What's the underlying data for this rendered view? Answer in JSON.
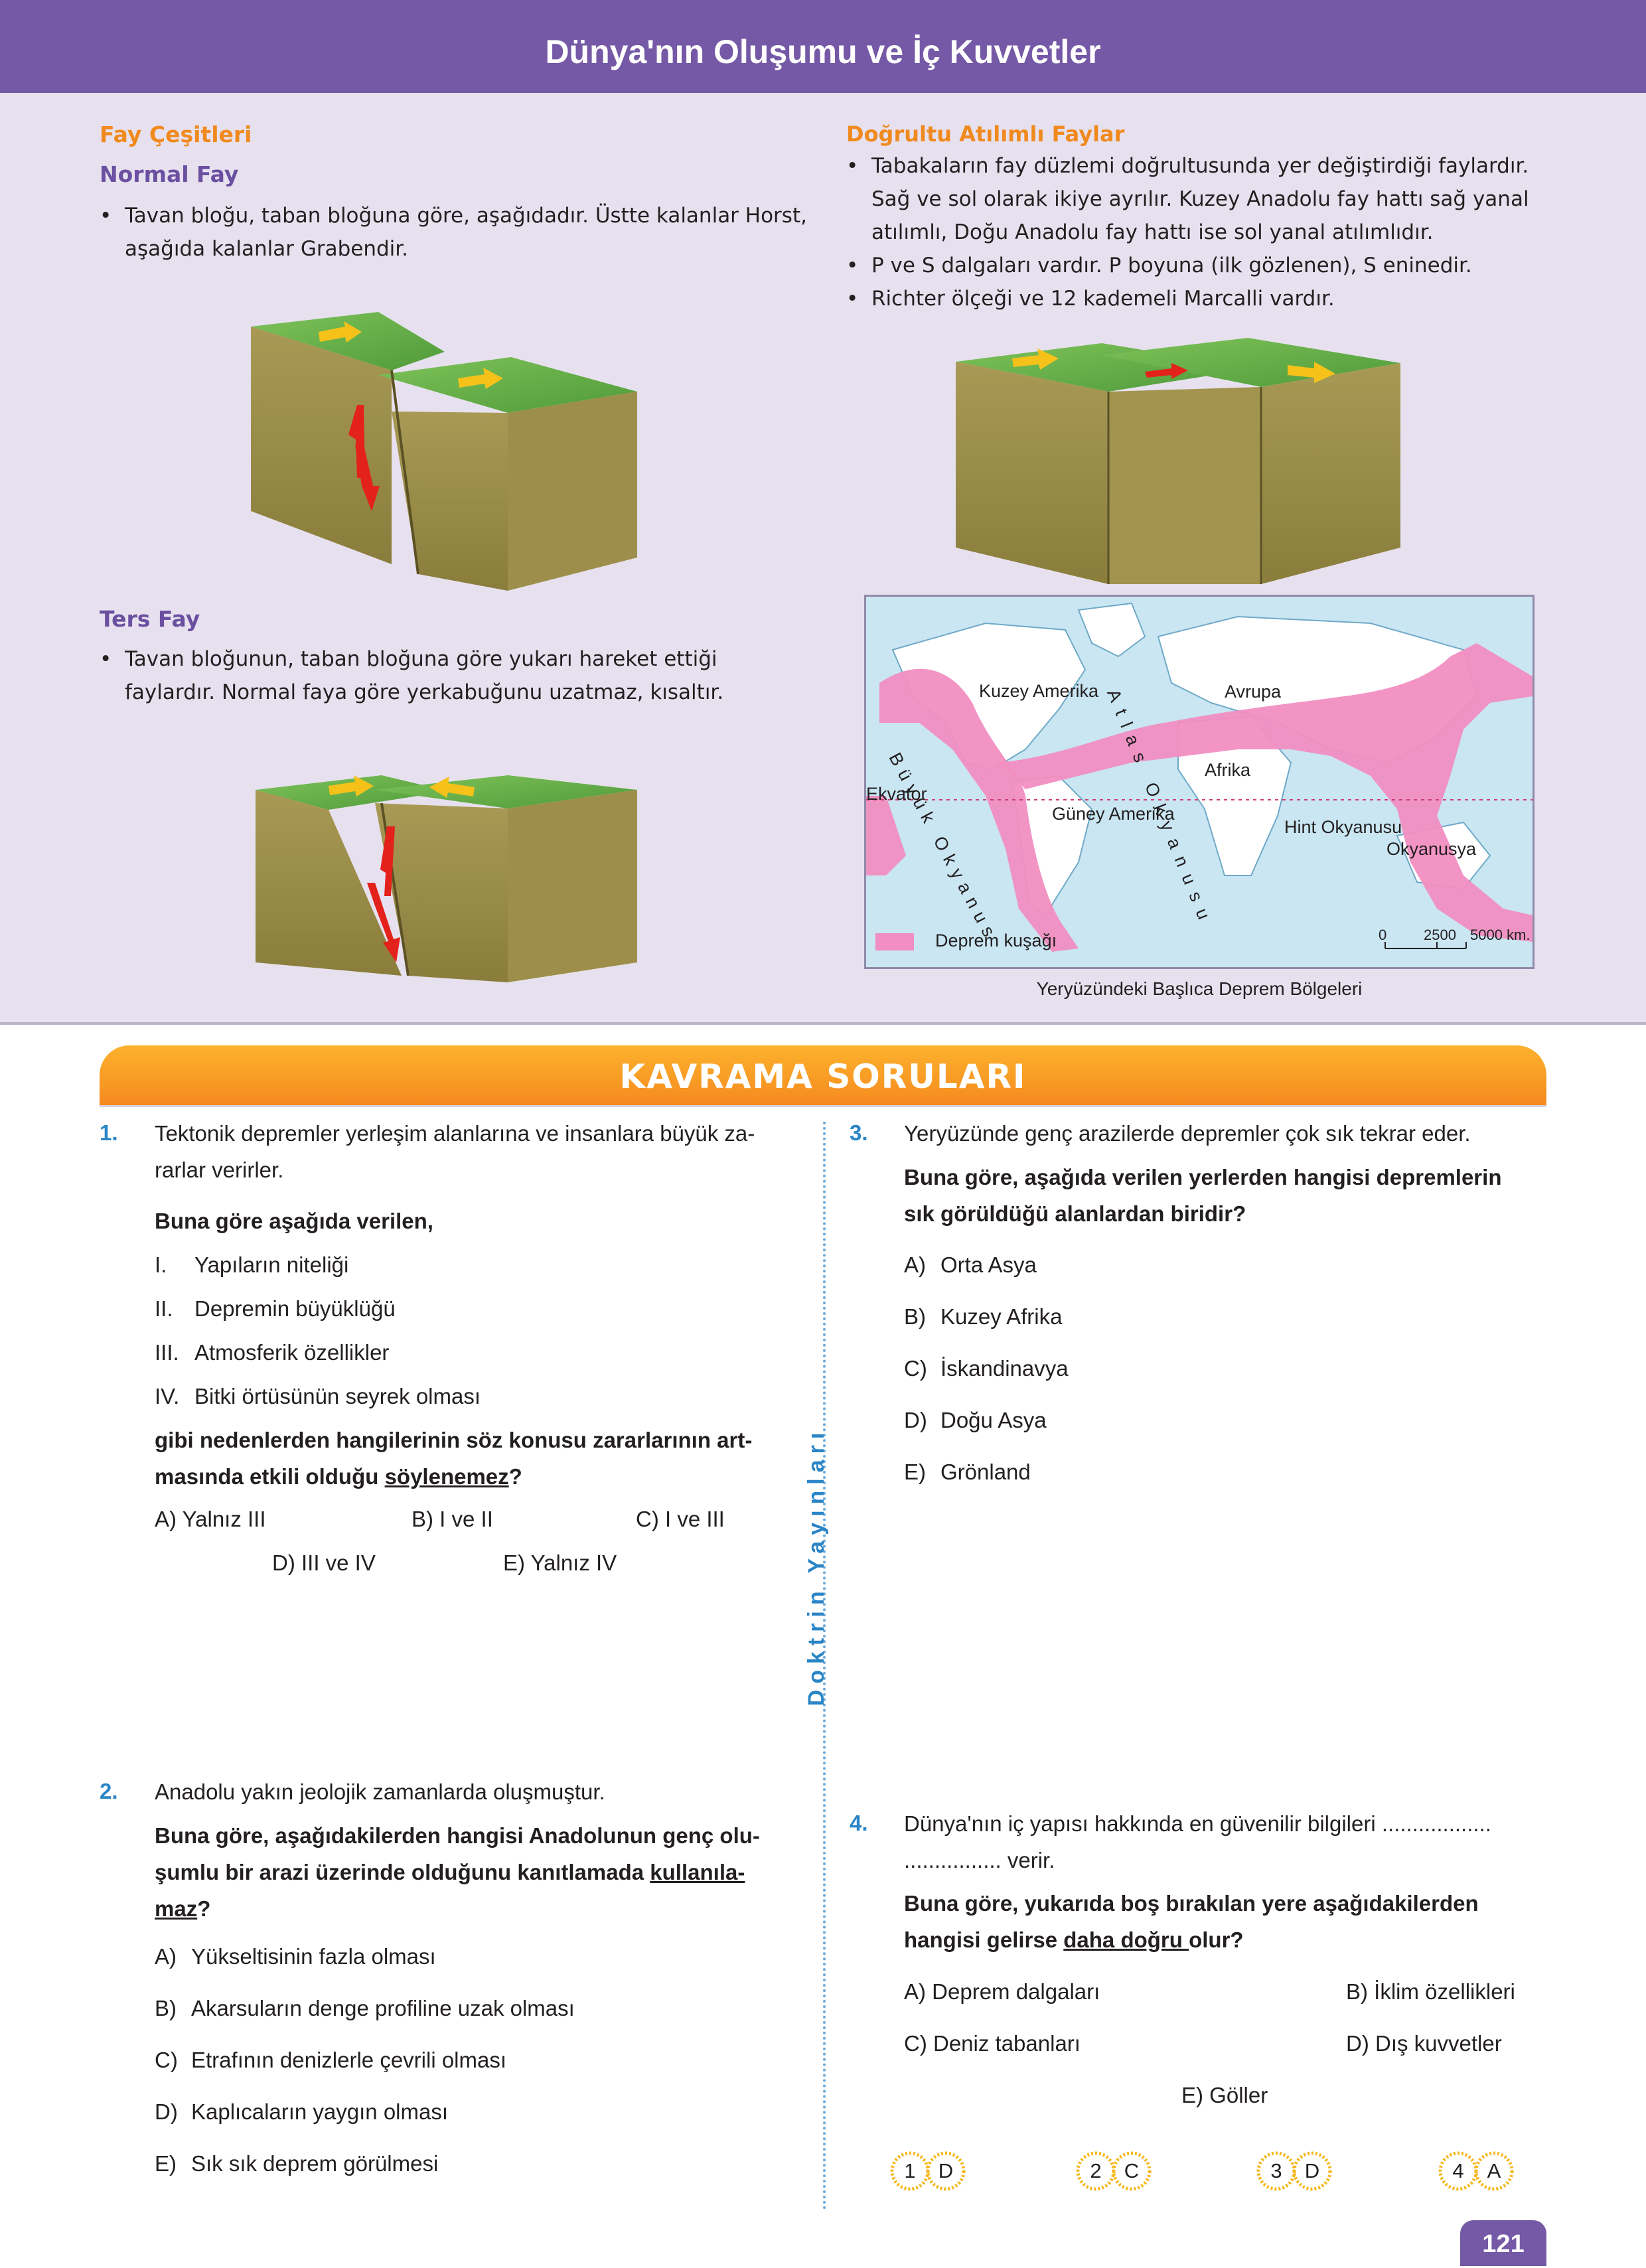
{
  "header": {
    "title": "Dünya'nın Oluşumu ve İç Kuvvetler"
  },
  "info": {
    "fay_cesitleri": "Fay Çeşitleri",
    "normal_fay": {
      "title": "Normal Fay",
      "bullets": [
        "Tavan bloğu, taban bloğuna göre, aşağıdadır. Üstte kalanlar Horst, aşağıda kalanlar Grabendir."
      ]
    },
    "ters_fay": {
      "title": "Ters Fay",
      "bullets": [
        "Tavan bloğunun, taban bloğuna göre yukarı hareket ettiği faylardır. Normal faya göre yerkabuğunu uzatmaz, kısaltır."
      ]
    },
    "dogrultu": {
      "title": "Doğrultu Atılımlı Faylar",
      "bullets": [
        "Tabakaların fay düzlemi doğrultusunda yer değiştirdiği faylardır. Sağ ve sol olarak ikiye ayrılır. Kuzey Anadolu fay hattı sağ yanal atılımlı, Doğu Anadolu fay hattı ise sol yanal atılımlıdır.",
        "P ve S dalgaları vardır. P boyuna (ilk gözlenen), S eninedir.",
        "Richter ölçeği ve 12 kademeli Marcalli vardır."
      ]
    }
  },
  "map": {
    "labels": {
      "kuzey_amerika": "Kuzey Amerika",
      "avrupa": "Avrupa",
      "afrika": "Afrika",
      "guney_amerika": "Güney Amerika",
      "hint_okyanusu": "Hint Okyanusu",
      "okyanusya": "Okyanusya",
      "ekvator": "Ekvator",
      "buyuk_okyanus": "Büyük Okyanus",
      "atlas_okyanusu": "Atlas Okyanusu"
    },
    "legend": "Deprem kuşağı",
    "scale": {
      "ticks": [
        "0",
        "2500",
        "5000 km."
      ]
    },
    "caption": "Yeryüzündeki Başlıca Deprem Bölgeleri",
    "colors": {
      "belt": "#f18ec1",
      "land": "#ffffff",
      "sea": "#c9e6f2"
    }
  },
  "banner": {
    "title": "KAVRAMA SORULARI"
  },
  "brand": "Doktrin Yayınları",
  "questions": {
    "q1": {
      "num": "1.",
      "line1": "Tektonik depremler yerleşim alanlarına ve insanlara büyük za-",
      "line2": "rarlar verirler.",
      "lead": "Buna göre aşağıda verilen,",
      "items": [
        {
          "roman": "I.",
          "text": "Yapıların niteliği"
        },
        {
          "roman": "II.",
          "text": "Depremin büyüklüğü"
        },
        {
          "roman": "III.",
          "text": "Atmosferik özellikler"
        },
        {
          "roman": "IV.",
          "text": "Bitki örtüsünün seyrek olması"
        }
      ],
      "stem1": "gibi nedenlerden hangilerinin söz konusu zararlarının art-",
      "stem2a": "masında etkili olduğu ",
      "stem2u": "söylenemez",
      "stem2b": "?",
      "options": {
        "a": "A) Yalnız III",
        "b": "B) I ve II",
        "c": "C) I ve III",
        "d": "D) III ve IV",
        "e": "E) Yalnız IV"
      }
    },
    "q2": {
      "num": "2.",
      "line1": "Anadolu yakın jeolojik zamanlarda oluşmuştur.",
      "stem1": "Buna göre, aşağıdakilerden hangisi Anadolunun genç olu-",
      "stem2a": "şumlu bir arazi üzerinde olduğunu kanıtlamada ",
      "stem2u": "kullanıla-",
      "stem3u": "maz",
      "stem3b": "?",
      "options": [
        {
          "l": "A)",
          "t": "Yükseltisinin fazla olması"
        },
        {
          "l": "B)",
          "t": "Akarsuların denge profiline uzak olması"
        },
        {
          "l": "C)",
          "t": "Etrafının denizlerle çevrili olması"
        },
        {
          "l": "D)",
          "t": "Kaplıcaların yaygın olması"
        },
        {
          "l": "E)",
          "t": "Sık sık deprem görülmesi"
        }
      ]
    },
    "q3": {
      "num": "3.",
      "line1": "Yeryüzünde genç arazilerde depremler çok sık tekrar eder.",
      "stem1": "Buna göre, aşağıda verilen yerlerden hangisi depremlerin",
      "stem2": "sık görüldüğü alanlardan biridir?",
      "options": [
        {
          "l": "A)",
          "t": "Orta Asya"
        },
        {
          "l": "B)",
          "t": "Kuzey Afrika"
        },
        {
          "l": "C)",
          "t": "İskandinavya"
        },
        {
          "l": "D)",
          "t": "Doğu Asya"
        },
        {
          "l": "E)",
          "t": "Grönland"
        }
      ]
    },
    "q4": {
      "num": "4.",
      "line1": "Dünya'nın iç yapısı hakkında en güvenilir bilgileri ..................",
      "line2": "................ verir.",
      "stem1": "Buna göre, yukarıda boş bırakılan yere aşağıdakilerden",
      "stem2a": "hangisi gelirse ",
      "stem2u": "daha doğru ",
      "stem2b": "olur?",
      "options": {
        "a": "A) Deprem dalgaları",
        "b": "B) İklim özellikleri",
        "c": "C) Deniz tabanları",
        "d": "D) Dış kuvvetler",
        "e": "E) Göller"
      }
    }
  },
  "answers": [
    {
      "n": "1",
      "a": "D"
    },
    {
      "n": "2",
      "a": "C"
    },
    {
      "n": "3",
      "a": "D"
    },
    {
      "n": "4",
      "a": "A"
    }
  ],
  "page_number": "121"
}
